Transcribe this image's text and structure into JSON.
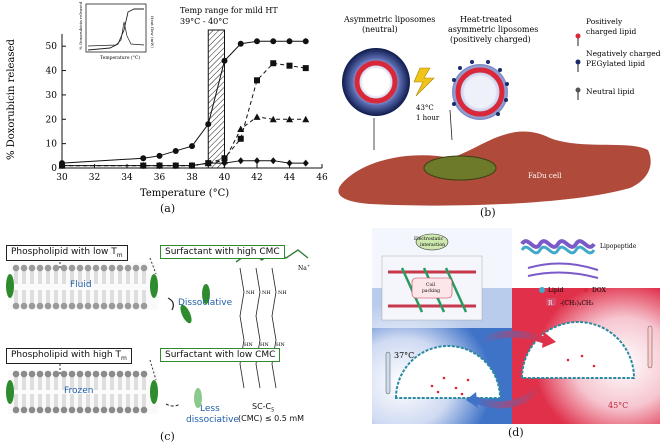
{
  "panel_a": {
    "label": "(a)",
    "ylabel": "% Doxorubicin released",
    "xlabel": "Temperature (°C)",
    "annotation_line1": "Temp range for mild HT",
    "annotation_line2": "39°C - 40°C",
    "inset": {
      "xlabel": "Temperature (°C)",
      "ylabel_left": "% Doxorubicin released",
      "ylabel_right": "Heat flow (mW)"
    }
  },
  "panel_b": {
    "label": "(b)",
    "asym_title_1": "Asymmetric liposomes",
    "asym_title_2": "(neutral)",
    "heat_title_1": "Heat-treated",
    "heat_title_2": "asymmetric liposomes",
    "heat_title_3": "(positively charged)",
    "condition_1": "43°C",
    "condition_2": "1 hour",
    "cell_label": "FaDu cell",
    "legend": [
      "Positively",
      "charged lipid",
      "Negatively charged",
      "PEGylated lipid",
      "Neutral lipid"
    ]
  },
  "panel_c": {
    "label": "(c)",
    "box1": "Phospholipid with low T",
    "box1_sub": "m",
    "box2": "Surfactant with high CMC",
    "box3": "Phospholipid with high T",
    "box3_sub": "m",
    "box4": "Surfactant with low CMC",
    "fluid": "Fluid",
    "frozen": "Frozen",
    "dissociative": "Dissociative",
    "less_1": "Less",
    "less_2": "dissociative",
    "molecule_label": "SC-C",
    "molecule_sub": "5",
    "cmc": "(CMC) ≤ 0.5 mM",
    "na": "Na",
    "na_sup": "+",
    "nh_labels": [
      "NH",
      "NH",
      "NH",
      "HN",
      "HN",
      "HN"
    ]
  },
  "panel_d": {
    "label": "(d)",
    "electrostatic_1": "Electrostatic",
    "electrostatic_2": "interaction",
    "coil": "Coil",
    "coil_2": "packing",
    "lipopeptide": "Lipopeptide",
    "lipid": "Lipid",
    "dox": "DOX",
    "r_label": "R",
    "r_formula": "-(CH₂)₄CH₃",
    "t_low": "37°C",
    "t_high": "45°C"
  },
  "chart_data": {
    "type": "line",
    "xlabel": "Temperature (°C)",
    "ylabel": "% Doxorubicin released",
    "xlim": [
      30,
      46
    ],
    "ylim": [
      0,
      55
    ],
    "xticks": [
      30,
      32,
      34,
      36,
      38,
      40,
      42,
      44,
      46
    ],
    "yticks": [
      0,
      10,
      20,
      30,
      40,
      50
    ],
    "series": [
      {
        "marker": "circle",
        "style": "solid",
        "x": [
          30,
          35,
          36,
          37,
          38,
          39,
          40,
          41,
          42,
          43,
          44,
          45
        ],
        "y": [
          2,
          4,
          5,
          7,
          9,
          18,
          44,
          51,
          52,
          52,
          52,
          52
        ]
      },
      {
        "marker": "square",
        "style": "dashed",
        "x": [
          30,
          35,
          36,
          37,
          38,
          39,
          40,
          41,
          42,
          43,
          44,
          45
        ],
        "y": [
          1,
          1,
          1,
          1,
          1,
          2,
          4,
          12,
          36,
          43,
          42,
          41
        ]
      },
      {
        "marker": "triangle",
        "style": "dashed",
        "x": [
          30,
          35,
          36,
          37,
          38,
          39,
          40,
          41,
          42,
          43,
          44,
          45
        ],
        "y": [
          1,
          1,
          1,
          1,
          1,
          2,
          3,
          16,
          21,
          20,
          20,
          20
        ]
      },
      {
        "marker": "diamond",
        "style": "solid",
        "x": [
          30,
          35,
          36,
          37,
          38,
          39,
          40,
          41,
          42,
          43,
          44,
          45
        ],
        "y": [
          1,
          1,
          1,
          1,
          1,
          2,
          2,
          3,
          3,
          3,
          2,
          2
        ]
      }
    ],
    "highlight_band": [
      39,
      40
    ]
  },
  "colors": {
    "green": "#2e8b2e",
    "blue_text": "#1f5fa8",
    "cell": "#b04a3a",
    "nucleus": "#6d7a2a",
    "warm": "#e0304a",
    "cool": "#3f73c8"
  }
}
